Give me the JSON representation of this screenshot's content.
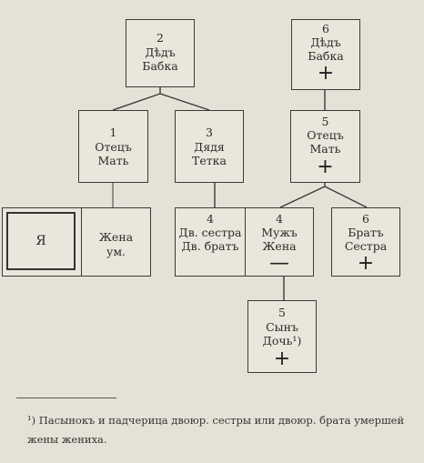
{
  "nodes": {
    "grandparents_left": {
      "number": "2",
      "line1": "Дѣдъ",
      "line2": "Бабка"
    },
    "grandparents_right": {
      "number": "6",
      "line1": "Дѣдъ",
      "line2": "Бабка",
      "mark": "+"
    },
    "parents": {
      "number": "1",
      "line1": "Отецъ",
      "line2": "Мать"
    },
    "uncle_aunt": {
      "number": "3",
      "line1": "Дядя",
      "line2": "Тетка"
    },
    "parents_right": {
      "number": "5",
      "line1": "Отецъ",
      "line2": "Мать",
      "mark": "+"
    },
    "self": {
      "label": "Я"
    },
    "wife": {
      "line1": "Жена",
      "line2": "ум."
    },
    "cousins": {
      "number": "4",
      "line1": "Дв. сестра",
      "line2": "Дв. братъ"
    },
    "spouse_pair": {
      "number": "4",
      "line1": "Мужъ",
      "line2": "Жена",
      "mark": "—"
    },
    "siblings": {
      "number": "6",
      "line1": "Братъ",
      "line2": "Сестра",
      "mark": "+"
    },
    "children": {
      "number": "5",
      "line1": "Сынъ",
      "line2": "Дочь¹)",
      "mark": "+"
    }
  },
  "footnote": "¹) Пасынокъ и падчерица двоюр. сестры или двоюр. брата умершей жены жениха."
}
